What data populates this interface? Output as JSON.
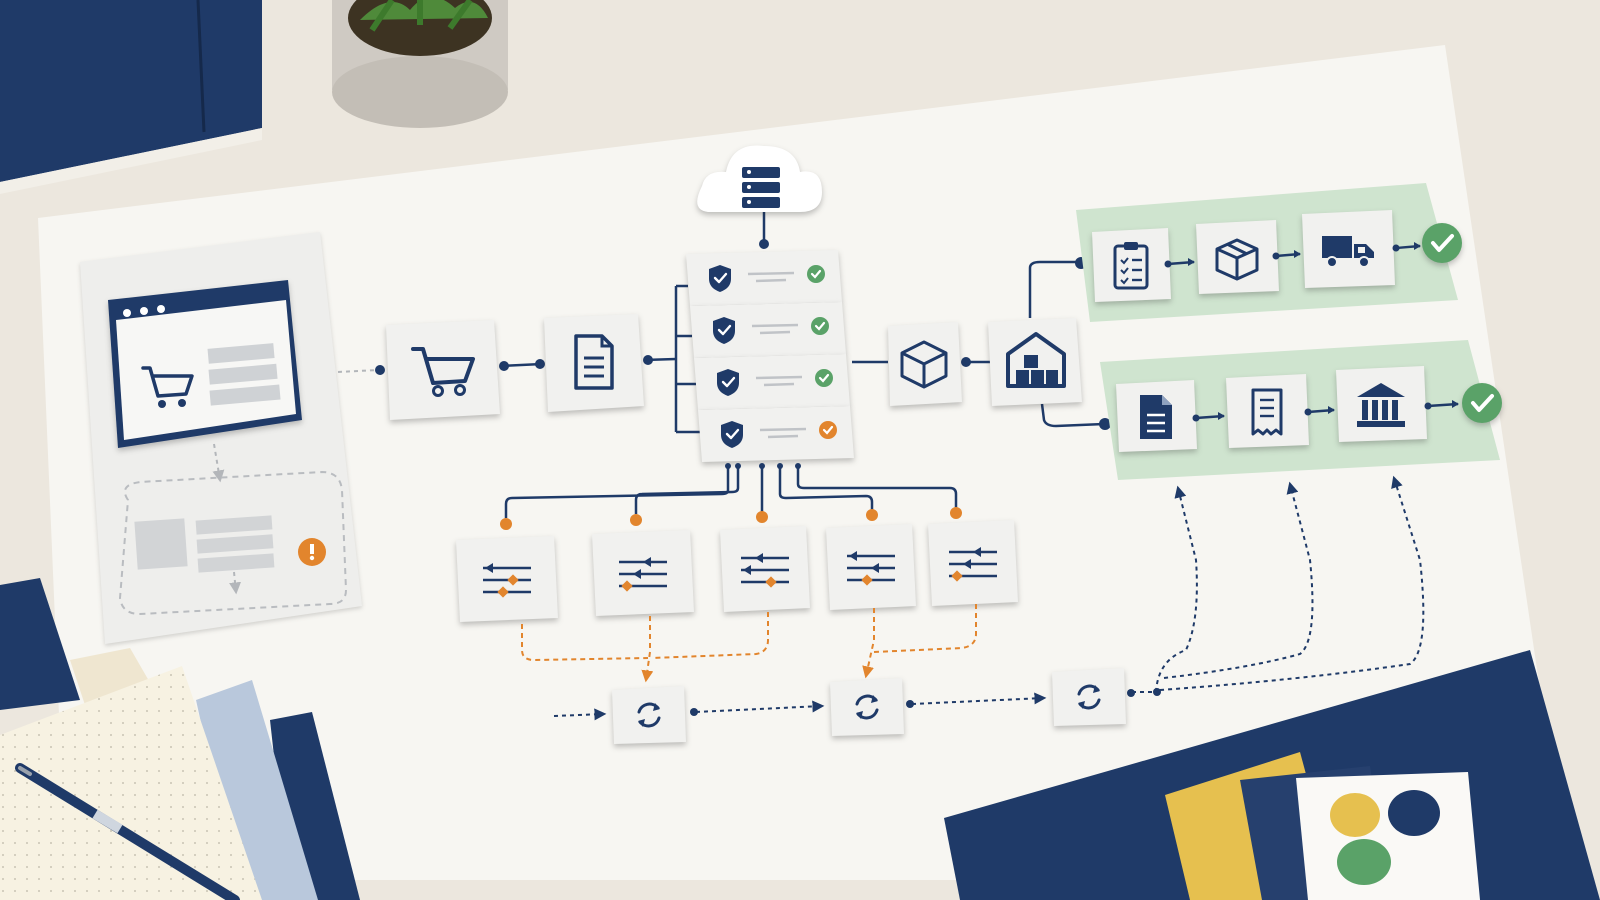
{
  "colors": {
    "desk": "#ece7de",
    "paper": "#f7f6f2",
    "navy": "#1f3a68",
    "orange": "#e2852d",
    "green": "#5aa268",
    "green_zone": "#cfe4cf",
    "gray": "#c9cdd2",
    "yellow": "#e6c04f",
    "light_blue": "#b9c8dc"
  },
  "diagram": {
    "browser_window": {
      "icon": "shopping-cart-icon"
    },
    "error_panel": {
      "icon": "exclamation-icon",
      "status": "warning"
    },
    "cloud": {
      "icon": "server-icon"
    },
    "flow_nodes": [
      {
        "id": "cart",
        "icon": "shopping-cart-icon"
      },
      {
        "id": "order",
        "icon": "document-icon"
      },
      {
        "id": "package",
        "icon": "package-icon"
      },
      {
        "id": "warehouse",
        "icon": "warehouse-icon"
      }
    ],
    "security_checks": [
      {
        "icon": "shield-check-icon",
        "status": "ok"
      },
      {
        "icon": "shield-check-icon",
        "status": "ok"
      },
      {
        "icon": "shield-check-icon",
        "status": "ok"
      },
      {
        "icon": "shield-check-icon",
        "status": "pending"
      }
    ],
    "config_nodes": [
      {
        "icon": "sliders-icon"
      },
      {
        "icon": "sliders-icon"
      },
      {
        "icon": "sliders-icon"
      },
      {
        "icon": "sliders-icon"
      },
      {
        "icon": "sliders-icon"
      }
    ],
    "sync_nodes": [
      {
        "icon": "sync-icon"
      },
      {
        "icon": "sync-icon"
      },
      {
        "icon": "sync-icon"
      }
    ],
    "fulfillment_lane": {
      "steps": [
        {
          "icon": "clipboard-checklist-icon"
        },
        {
          "icon": "open-box-icon"
        },
        {
          "icon": "delivery-truck-icon"
        }
      ],
      "result": "check-circle-icon"
    },
    "finance_lane": {
      "steps": [
        {
          "icon": "invoice-document-icon"
        },
        {
          "icon": "receipt-icon"
        },
        {
          "icon": "bank-icon"
        }
      ],
      "result": "check-circle-icon"
    }
  }
}
